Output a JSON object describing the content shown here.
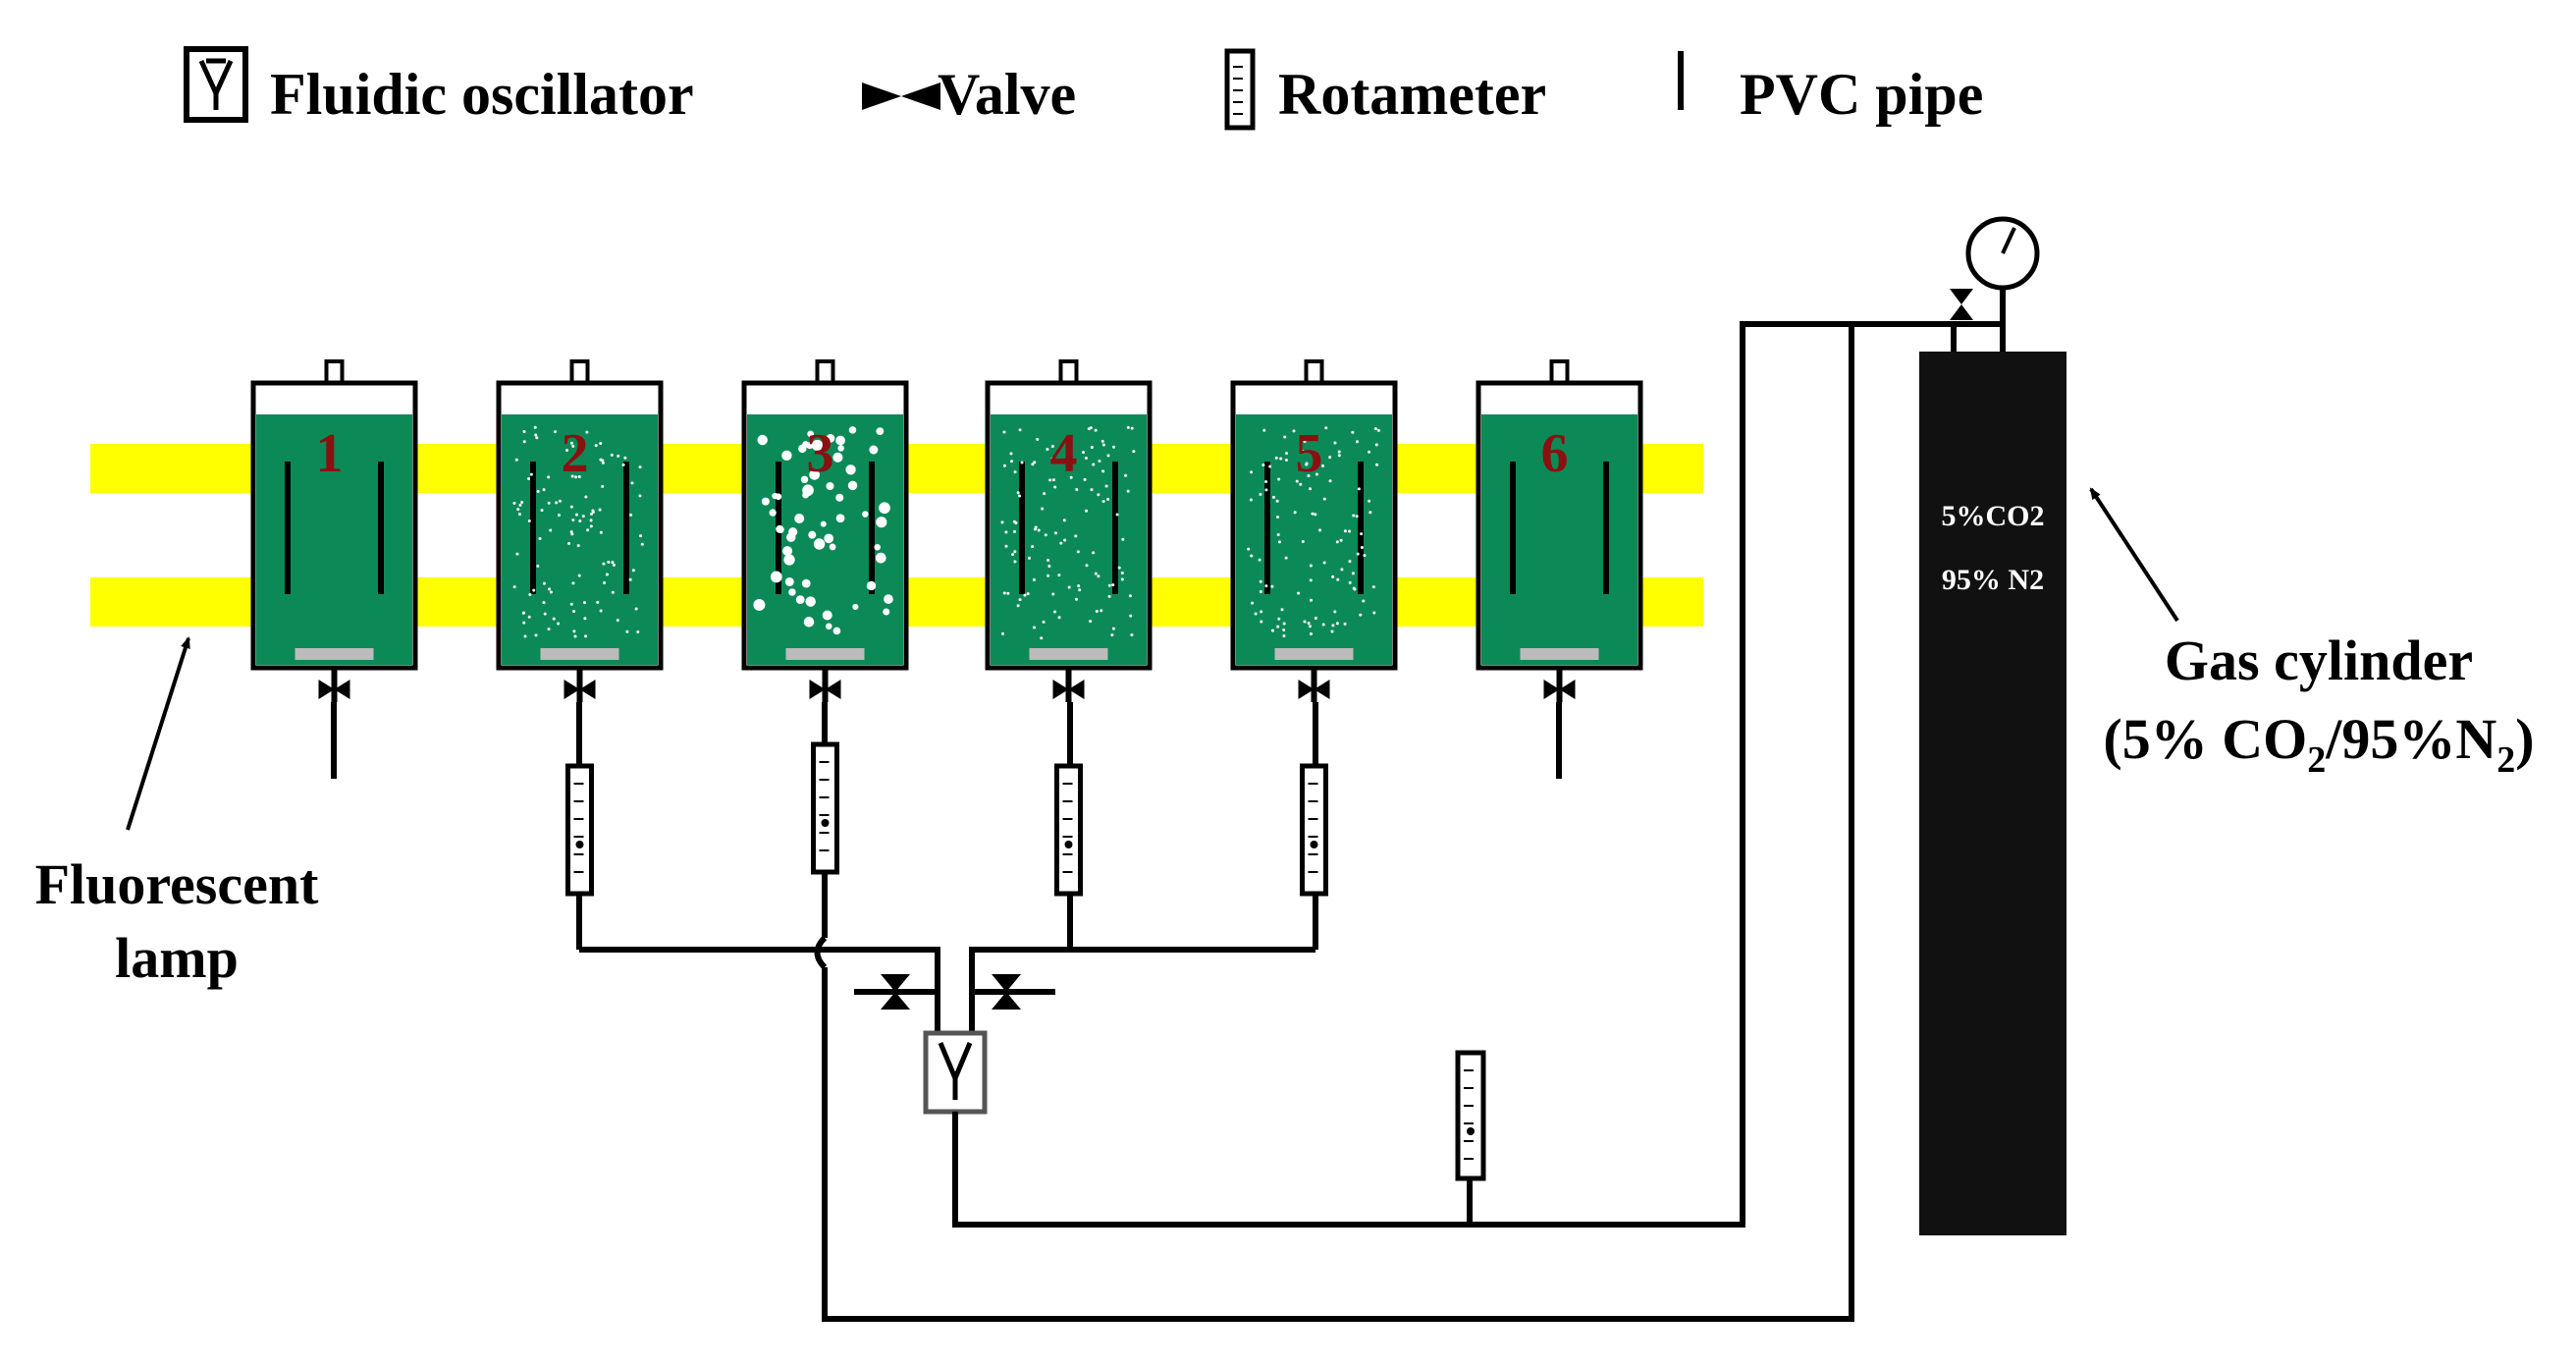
{
  "legend": {
    "oscillator_label": "Fluidic oscillator",
    "valve_label": "Valve",
    "rotameter_label": "Rotameter",
    "pipe_label": "PVC pipe"
  },
  "lamp": {
    "label_line1": "Fluorescent",
    "label_line2": "lamp",
    "color": "#ffff00"
  },
  "reactors": [
    {
      "number": "1",
      "bubbles": "none"
    },
    {
      "number": "2",
      "bubbles": "fine"
    },
    {
      "number": "3",
      "bubbles": "coarse"
    },
    {
      "number": "4",
      "bubbles": "fine"
    },
    {
      "number": "5",
      "bubbles": "fine"
    },
    {
      "number": "6",
      "bubbles": "none"
    }
  ],
  "reactor_color": "#0b8a58",
  "cylinder": {
    "text_line1": "5%CO2",
    "text_line2": "95% N2",
    "label_line1": "Gas cylinder",
    "label_line2_pre": "(5% CO",
    "label_sub1": "2",
    "label_line2_mid": "/95%N",
    "label_sub2": "2",
    "label_line2_post": ")",
    "color": "#111111"
  }
}
